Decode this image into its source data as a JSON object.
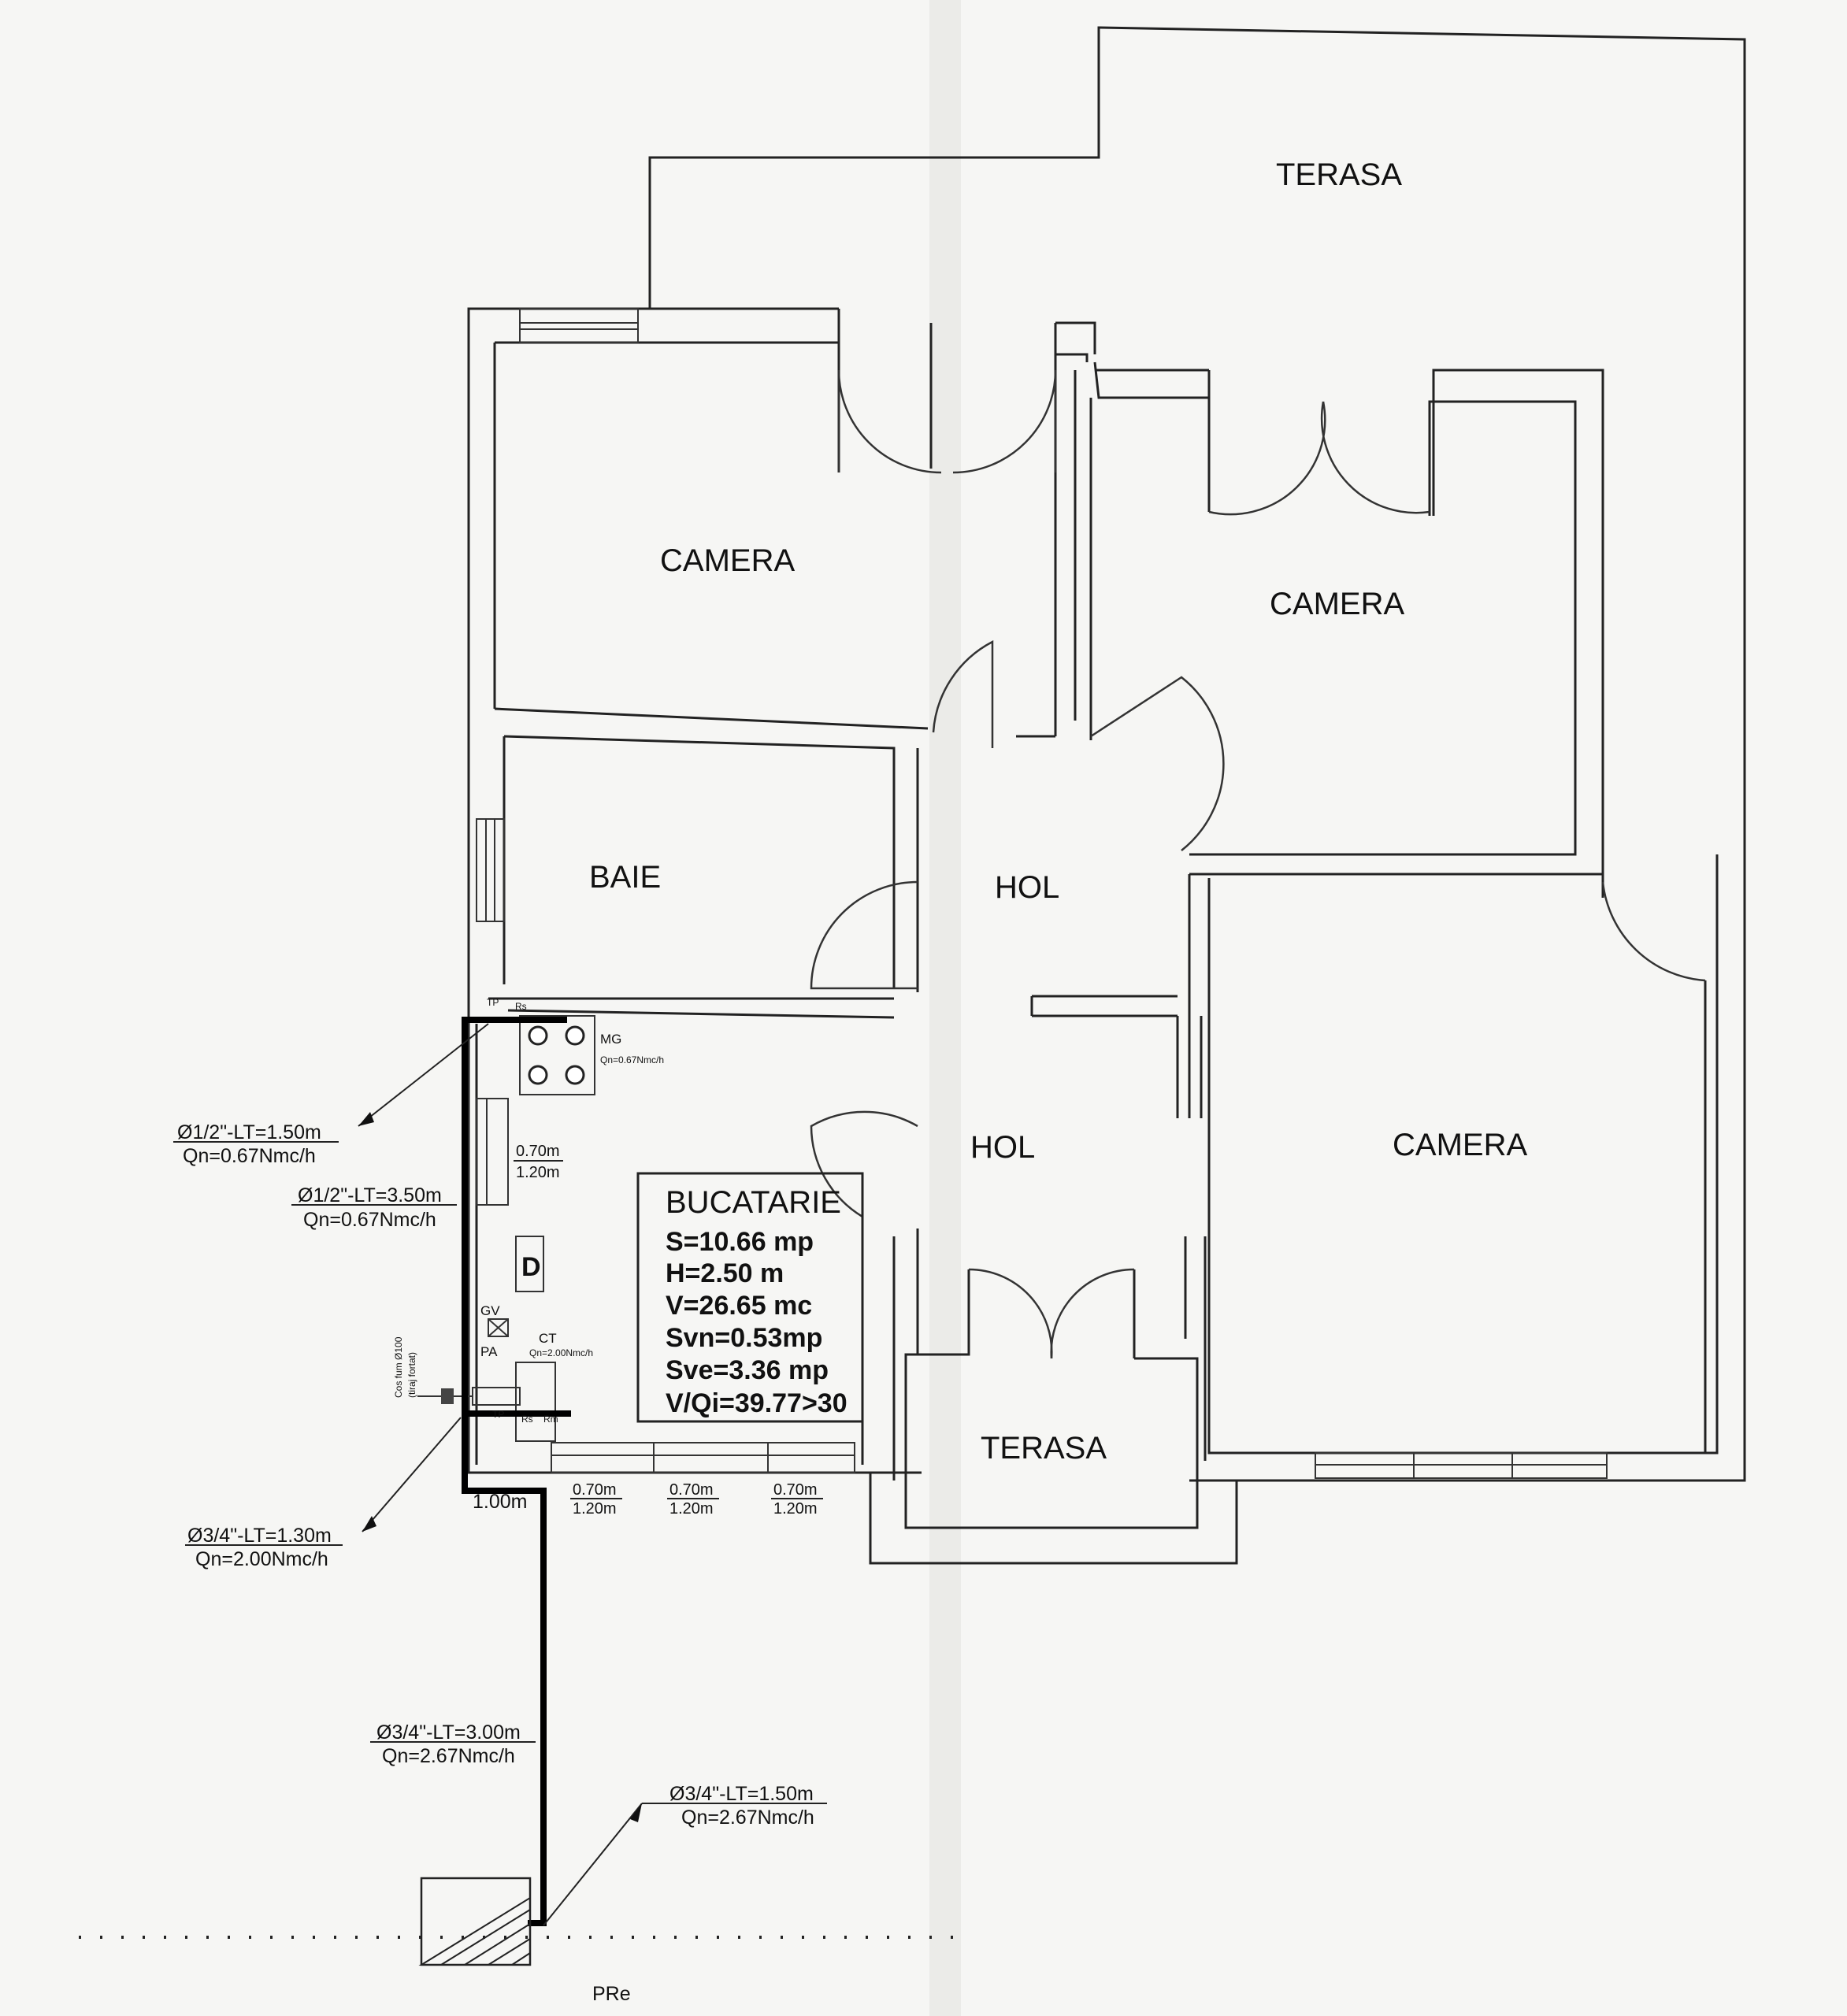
{
  "rooms": {
    "terasa_top": "TERASA",
    "camera_left": "CAMERA",
    "camera_right_top": "CAMERA",
    "camera_right_bottom": "CAMERA",
    "baie": "BAIE",
    "hol_top": "HOL",
    "hol_bottom": "HOL",
    "terasa_bottom": "TERASA"
  },
  "kitchen": {
    "title": "BUCATARIE",
    "lines": [
      "S=10.66 mp",
      "H=2.50 m",
      "V=26.65 mc",
      "Svn=0.53mp",
      "Sve=3.36 mp",
      "V/Qi=39.77>30"
    ]
  },
  "appliances": {
    "mg": "MG",
    "mg_qn": "Qn=0.67Nmc/h",
    "ct": "CT",
    "ct_qn": "Qn=2.00Nmc/h",
    "gv": "GV",
    "pa": "PA",
    "d": "D",
    "tp_top": "TP",
    "rs_top": "Rs",
    "tp_bottom": "TP",
    "rs_bottom": "Rs",
    "rm_bottom": "Rm",
    "flue_1": "Cos fum Ø100",
    "flue_2": "(tiraj fortat)"
  },
  "pipes": [
    {
      "spec": "Ø1/2\"-LT=1.50m",
      "qn": "Qn=0.67Nmc/h"
    },
    {
      "spec": "Ø1/2\"-LT=3.50m",
      "qn": "Qn=0.67Nmc/h"
    },
    {
      "spec": "Ø3/4\"-LT=1.30m",
      "qn": "Qn=2.00Nmc/h"
    },
    {
      "spec": "Ø3/4\"-LT=3.00m",
      "qn": "Qn=2.67Nmc/h"
    },
    {
      "spec": "Ø3/4\"-LT=1.50m",
      "qn": "Qn=2.67Nmc/h"
    }
  ],
  "windows": [
    {
      "w": "0.70m",
      "h": "1.20m"
    },
    {
      "w": "0.70m",
      "h": "1.20m"
    },
    {
      "w": "0.70m",
      "h": "1.20m"
    },
    {
      "w": "0.70m",
      "h": "1.20m"
    }
  ],
  "pipe_segment_length": "1.00m",
  "pre_label": "PRe"
}
